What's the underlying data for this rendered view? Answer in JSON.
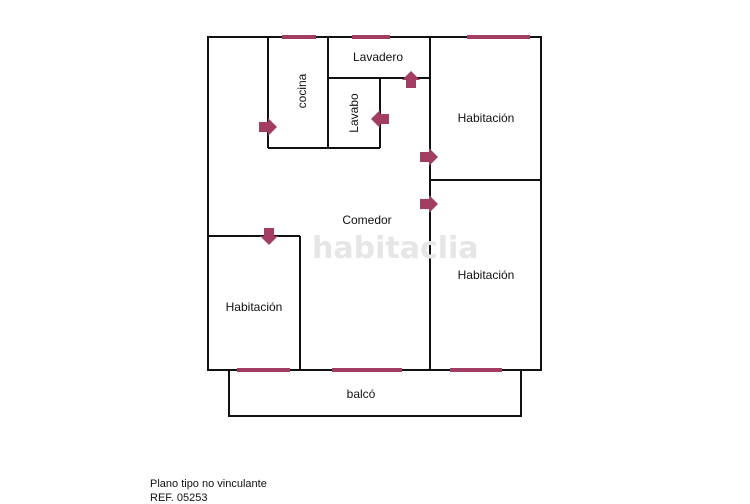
{
  "plan": {
    "rooms": {
      "lavadero": "Lavadero",
      "cocina": "cocina",
      "lavabo": "Lavabo",
      "habitacion_1": "Habitación",
      "habitacion_2": "Habitación",
      "habitacion_3": "Habitación",
      "comedor": "Comedor",
      "balco": "balcó"
    },
    "watermark": "habitaclia"
  },
  "footer": {
    "disclaimer": "Plano tipo no vinculante",
    "reference": "REF. 05253"
  },
  "colors": {
    "wall": "#111111",
    "window": "#a23c62",
    "door_arrow": "#a23c62",
    "watermark": "#e6e6e6"
  }
}
